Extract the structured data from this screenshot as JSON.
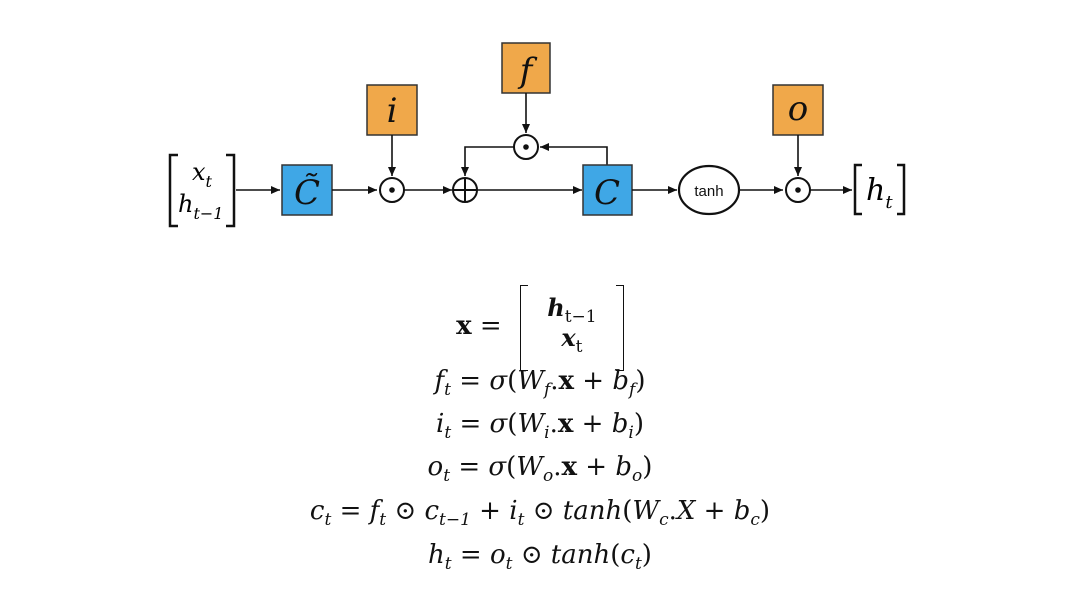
{
  "diagram": {
    "input_vector": {
      "top": "x",
      "top_sub": "t",
      "bottom": "h",
      "bottom_sub": "t−1"
    },
    "candidate_box": {
      "label": "C̃",
      "color": "#3fa7e6"
    },
    "gate_boxes": [
      {
        "id": "i",
        "label": "i",
        "color": "#f0a84a"
      },
      {
        "id": "f",
        "label": "f",
        "color": "#f0a84a"
      },
      {
        "id": "o",
        "label": "o",
        "color": "#f0a84a"
      }
    ],
    "cell_box": {
      "label": "C",
      "color": "#3fa7e6"
    },
    "tanh_label": "tanh",
    "output": {
      "label": "h",
      "sub": "t"
    },
    "ops": {
      "hadamard": "⊙",
      "add": "⊕"
    }
  },
  "equations": {
    "x_def": {
      "lhs": "x",
      "row1": "h",
      "row1_sub": "t−1",
      "row2": "x",
      "row2_sub": "t"
    },
    "f": {
      "text": "f",
      "sub": "t",
      "W_sub": "f",
      "b_sub": "f"
    },
    "i": {
      "text": "i",
      "sub": "t",
      "W_sub": "i",
      "b_sub": "i"
    },
    "o": {
      "text": "o",
      "sub": "t",
      "W_sub": "o",
      "b_sub": "o"
    },
    "c": {
      "text": "c",
      "sub": "t"
    },
    "h": {
      "text": "h",
      "sub": "t"
    }
  }
}
